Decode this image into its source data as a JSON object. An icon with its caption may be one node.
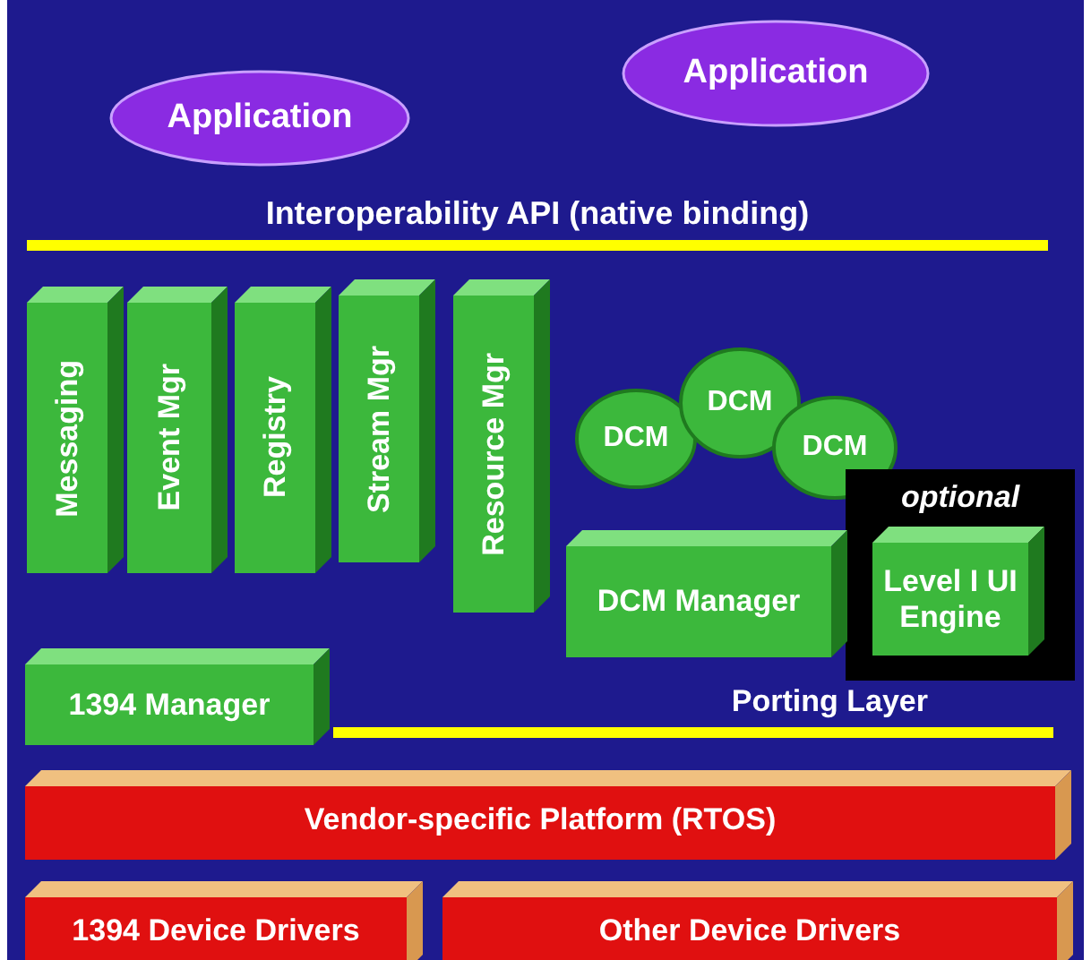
{
  "diagram": {
    "nodes": [
      {
        "text": [
          "Application"
        ]
      },
      {
        "text": [
          "Application"
        ]
      },
      {
        "text": [
          "Interoperability API (native binding)"
        ]
      },
      {
        "text": [
          "Messaging"
        ]
      },
      {
        "text": [
          "Event Mgr"
        ]
      },
      {
        "text": [
          "Registry"
        ]
      },
      {
        "text": [
          "Stream Mgr"
        ]
      },
      {
        "text": [
          "Resource Mgr"
        ]
      },
      {
        "text": [
          "DCM"
        ]
      },
      {
        "text": [
          "DCM"
        ]
      },
      {
        "text": [
          "DCM"
        ]
      },
      {
        "text": [
          "optional"
        ]
      },
      {
        "text": [
          "Level I UI Engine"
        ],
        "in": 11
      },
      {
        "text": [
          "DCM Manager"
        ]
      },
      {
        "text": [
          "1394 Manager"
        ]
      },
      {
        "text": [
          "Porting Layer"
        ]
      },
      {
        "text": [
          "Vendor-specific Platform (RTOS)"
        ]
      },
      {
        "text": [
          "1394 Device Drivers"
        ]
      },
      {
        "text": [
          "Other Device Drivers"
        ]
      }
    ]
  }
}
